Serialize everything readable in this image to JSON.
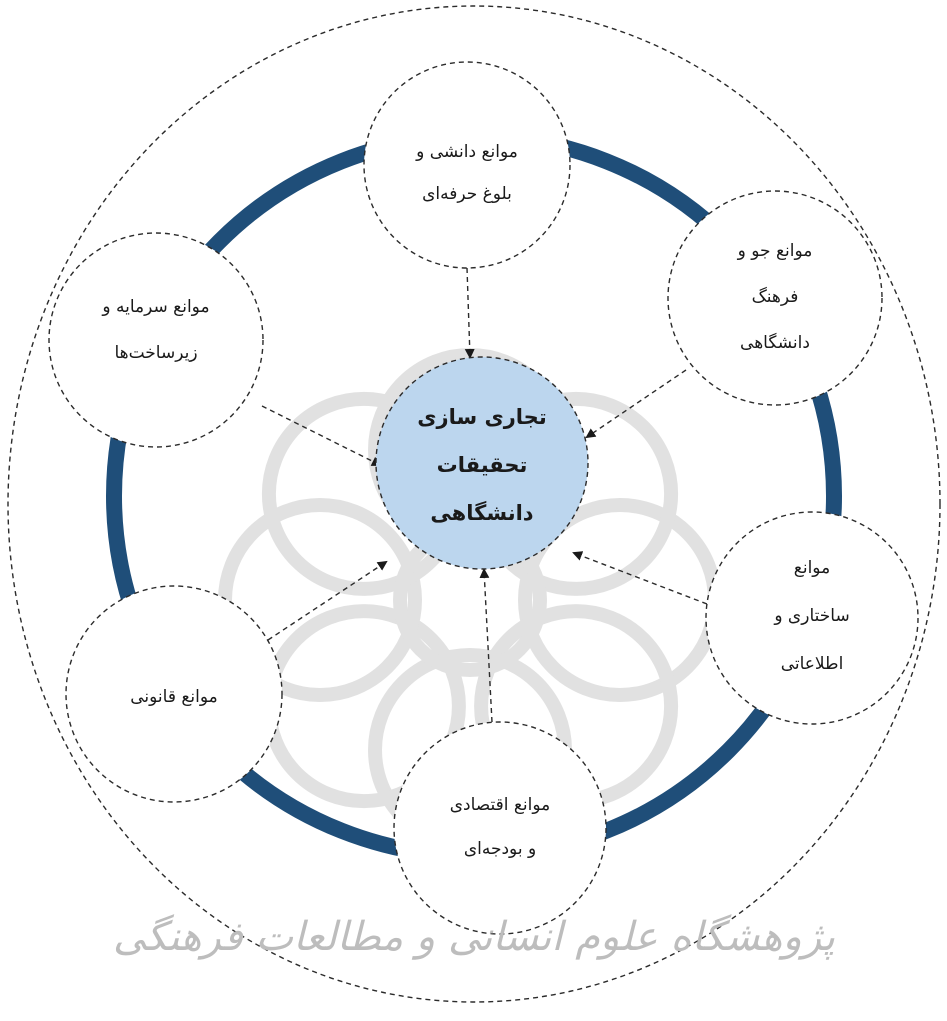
{
  "center": {
    "lines": [
      "تجاری سازی",
      "تحقیقات",
      "دانشگاهی"
    ],
    "fill": "#bcd6ee"
  },
  "nodes": [
    {
      "id": "knowledge",
      "lines": [
        "موانع دانشی و",
        "بلوغ حرفه‌ای"
      ]
    },
    {
      "id": "culture",
      "lines": [
        "موانع جو و",
        "فرهنگ",
        "دانشگاهی"
      ]
    },
    {
      "id": "structural",
      "lines": [
        "موانع",
        "ساختاری و",
        "اطلاعاتی"
      ]
    },
    {
      "id": "economic",
      "lines": [
        "موانع اقتصادی",
        "و بودجه‌ای"
      ]
    },
    {
      "id": "legal",
      "lines": [
        "موانع قانونی"
      ]
    },
    {
      "id": "capital",
      "lines": [
        "موانع سرمایه و",
        "زیرساخت‌ها"
      ]
    }
  ],
  "colors": {
    "ring": "#1f4e79",
    "dashed": "#2b2b2b",
    "watermark": "#c9c9c9"
  },
  "watermark": {
    "text": "پژوهشگاه علوم انسانی و مطالعات فرهنگی",
    "logo": "rosette-logo"
  }
}
